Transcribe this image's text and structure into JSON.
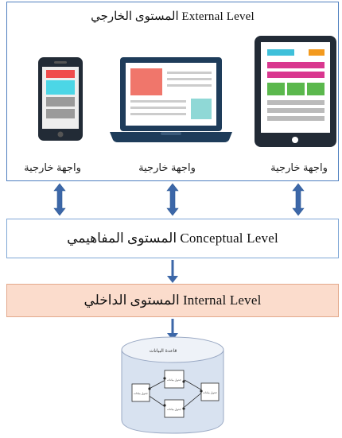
{
  "external": {
    "title": "المستوى الخارجي External Level",
    "views": [
      "واجهة خارجية",
      "واجهة خارجية",
      "واجهة خارجية"
    ]
  },
  "conceptual": {
    "title": "المستوى المفاهيمي  Conceptual Level"
  },
  "internal": {
    "title": "المستوى الداخلي  Internal Level"
  },
  "database": {
    "caption": "قاعدة البيانات",
    "node_label": "جدول بيانات"
  },
  "colors": {
    "arrow": "#3c67a8",
    "device": "#1e2a3a",
    "internal_fill": "#fbdccc",
    "db_fill": "#d8e2f0"
  },
  "icons": [
    "phone-icon",
    "laptop-icon",
    "tablet-icon",
    "database-icon"
  ]
}
